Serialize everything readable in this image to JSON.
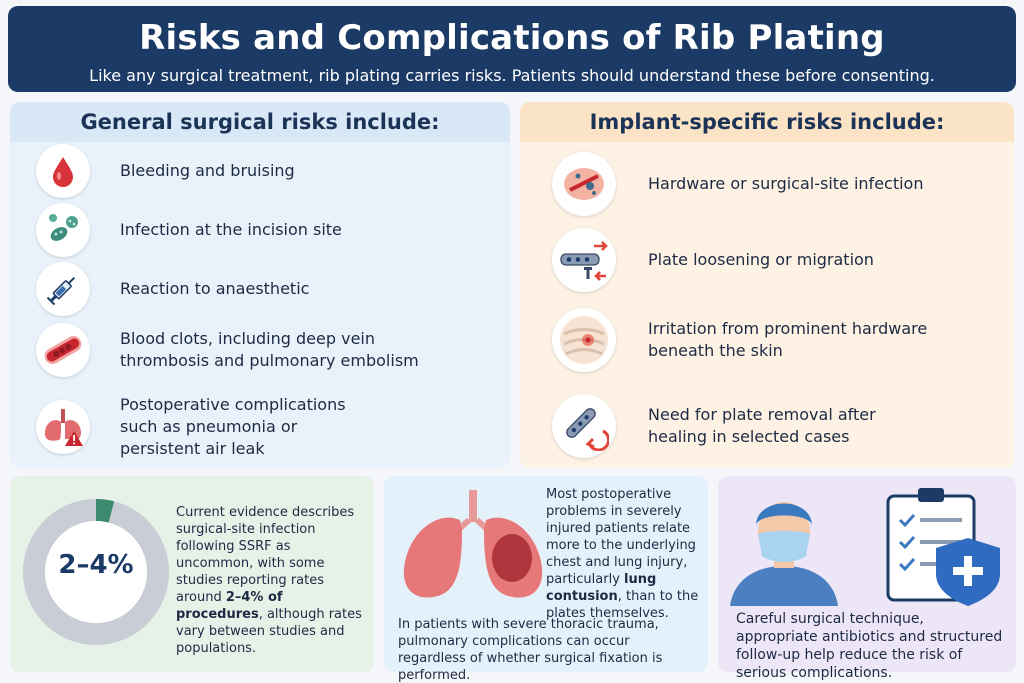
{
  "header": {
    "title": "Risks and Complications of Rib Plating",
    "subtitle": "Like any surgical treatment, rib plating carries risks. Patients should understand these before consenting."
  },
  "general": {
    "heading": "General surgical risks include:",
    "items": [
      {
        "icon": "blood-drop-icon",
        "text": "Bleeding and bruising"
      },
      {
        "icon": "bacteria-icon",
        "text": "Infection at the incision site"
      },
      {
        "icon": "syringe-icon",
        "text": "Reaction to anaesthetic"
      },
      {
        "icon": "blood-vessel-clot-icon",
        "text": "Blood clots, including deep vein thrombosis and pulmonary embolism"
      },
      {
        "icon": "lungs-warning-icon",
        "text": "Postoperative complications such as pneumonia or persistent air leak"
      }
    ]
  },
  "implant": {
    "heading": "Implant-specific risks include:",
    "items": [
      {
        "icon": "infected-site-icon",
        "text": "Hardware or surgical-site infection"
      },
      {
        "icon": "plate-loosening-icon",
        "text": "Plate loosening or migration"
      },
      {
        "icon": "rib-irritation-icon",
        "text": "Irritation from prominent hardware beneath the skin"
      },
      {
        "icon": "plate-removal-icon",
        "text": "Need for plate removal after healing in selected cases"
      }
    ]
  },
  "infection_stat": {
    "value": "2–4%",
    "ring_fraction": 0.04,
    "text_before": "Current evidence describes surgical-site infection following SSRF as uncommon, with some studies reporting rates around ",
    "text_bold": "2–4% of procedures",
    "text_after": ", although rates vary between studies and populations."
  },
  "lung_note": {
    "text_before": "Most postoperative problems in severely injured patients relate more to the underlying chest and lung injury, particularly ",
    "text_bold": "lung contusion",
    "text_after": ", than to the plates themselves.",
    "footer": "In patients with severe thoracic trauma, pulmonary complications can occur regardless of whether surgical fixation is performed."
  },
  "prevention": {
    "text": "Careful surgical technique, appropriate antibiotics and structured follow-up help reduce the risk of serious complications."
  },
  "colors": {
    "header_bg": "#1c3a66",
    "ring_accent": "#3e8a70",
    "ring_base": "#c9ced6",
    "left_panel": "#e9f2fa",
    "right_panel": "#fdf2e4"
  }
}
